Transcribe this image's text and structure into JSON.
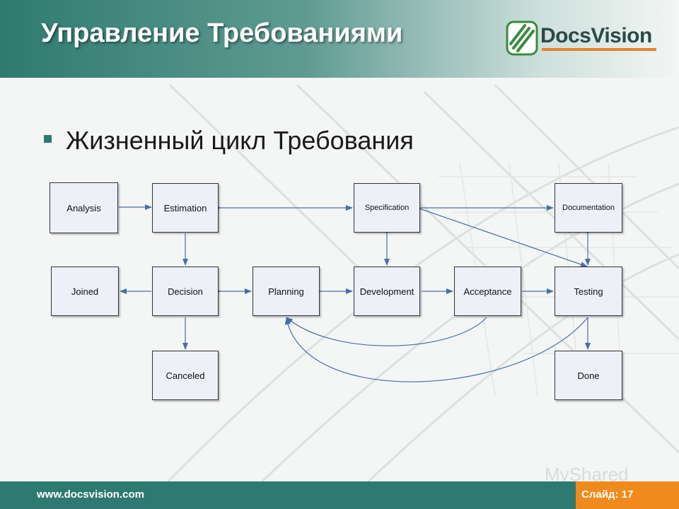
{
  "header": {
    "title": "Управление Требованиями",
    "logo_text": "DocsVision"
  },
  "content": {
    "bullet": "Жизненный цикл Требования"
  },
  "diagram": {
    "nodes": {
      "analysis": "Analysis",
      "estimation": "Estimation",
      "specification": "Specification",
      "documentation": "Documentation",
      "joined": "Joined",
      "decision": "Decision",
      "planning": "Planning",
      "development": "Development",
      "acceptance": "Acceptance",
      "testing": "Testing",
      "canceled": "Canceled",
      "done": "Done"
    }
  },
  "footer": {
    "url": "www.docsvision.com",
    "slide": "Слайд: 17"
  },
  "watermark": "MyShared",
  "colors": {
    "header_teal": "#2f7a70",
    "slide_orange": "#f08a1c",
    "logo_accent": "#e8822a",
    "node_fill": "#eef0f8",
    "arrow": "#4a6fa5"
  }
}
